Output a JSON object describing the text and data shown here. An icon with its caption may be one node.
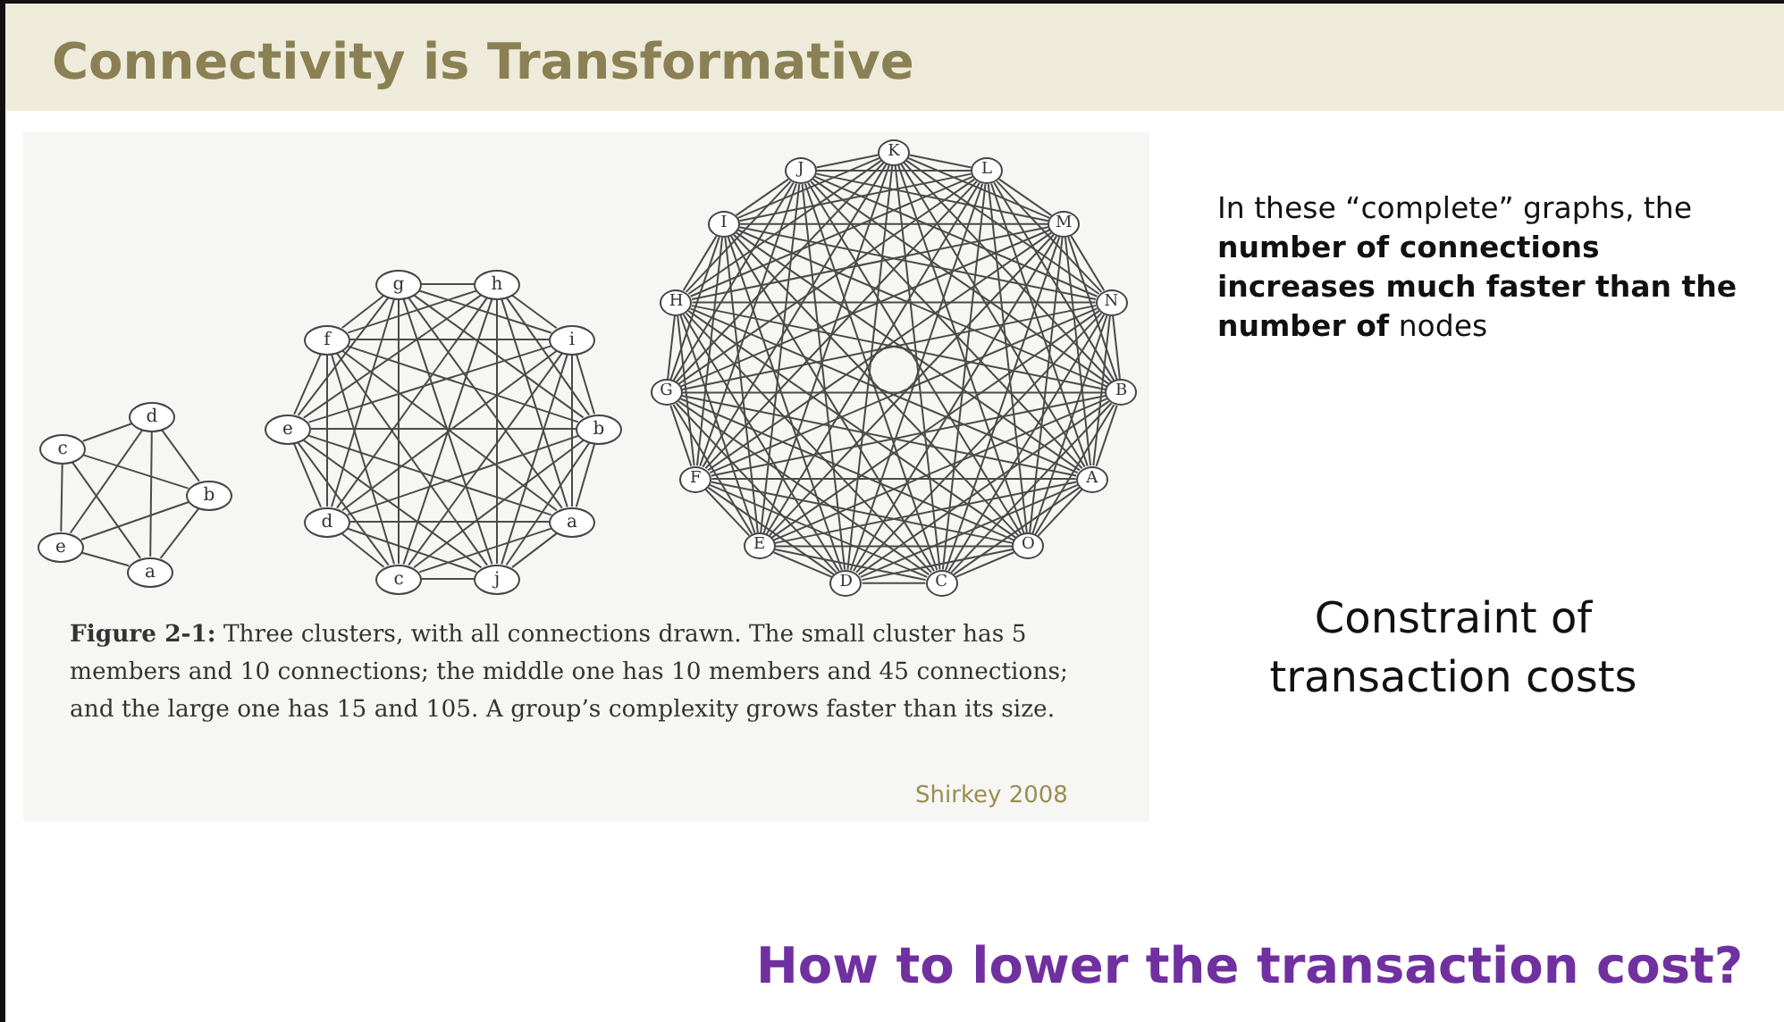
{
  "diagram": {
    "title": "Connectivity is Transformative",
    "caption": "**Figure 2-1:** Three clusters, with all connections drawn. The small cluster has 5 members and 10 connections; the middle one has 10 members and 45 connections; and the large one has 15 and 105. A group’s complexity grows faster than its size.",
    "nodes": [
      {
        "text": [
          "d"
        ]
      },
      {
        "text": [
          "c"
        ]
      },
      {
        "text": [
          "b"
        ]
      },
      {
        "text": [
          "e"
        ]
      },
      {
        "text": [
          "a"
        ]
      },
      {
        "text": [
          "g"
        ]
      },
      {
        "text": [
          "h"
        ]
      },
      {
        "text": [
          "f"
        ]
      },
      {
        "text": [
          "i"
        ]
      },
      {
        "text": [
          "e"
        ]
      },
      {
        "text": [
          "b"
        ]
      },
      {
        "text": [
          "d"
        ]
      },
      {
        "text": [
          "a"
        ]
      },
      {
        "text": [
          "c"
        ]
      },
      {
        "text": [
          "j"
        ]
      },
      {
        "text": [
          "K"
        ]
      },
      {
        "text": [
          "L"
        ]
      },
      {
        "text": [
          "J"
        ]
      },
      {
        "text": [
          "M"
        ]
      },
      {
        "text": [
          "I"
        ]
      },
      {
        "text": [
          "N"
        ]
      },
      {
        "text": [
          "H"
        ]
      },
      {
        "text": [
          "B"
        ]
      },
      {
        "text": [
          "G"
        ]
      },
      {
        "text": [
          "A"
        ]
      },
      {
        "text": [
          "F"
        ]
      },
      {
        "text": [
          "O"
        ]
      },
      {
        "text": [
          "E"
        ]
      },
      {
        "text": [
          "C"
        ]
      },
      {
        "text": [
          "D"
        ]
      }
    ],
    "edges": [
      {
        "from": 0,
        "to": 1,
        "arrow": "none"
      },
      {
        "from": 0,
        "to": 2,
        "arrow": "none"
      },
      {
        "from": 0,
        "to": 3,
        "arrow": "none"
      },
      {
        "from": 0,
        "to": 4,
        "arrow": "none"
      },
      {
        "from": 1,
        "to": 2,
        "arrow": "none"
      },
      {
        "from": 1,
        "to": 3,
        "arrow": "none"
      },
      {
        "from": 1,
        "to": 4,
        "arrow": "none"
      },
      {
        "from": 2,
        "to": 3,
        "arrow": "none"
      },
      {
        "from": 2,
        "to": 4,
        "arrow": "none"
      },
      {
        "from": 3,
        "to": 4,
        "arrow": "none"
      },
      {
        "from": 5,
        "to": 6,
        "arrow": "none"
      },
      {
        "from": 5,
        "to": 7,
        "arrow": "none"
      },
      {
        "from": 5,
        "to": 8,
        "arrow": "none"
      },
      {
        "from": 5,
        "to": 9,
        "arrow": "none"
      },
      {
        "from": 5,
        "to": 10,
        "arrow": "none"
      },
      {
        "from": 5,
        "to": 11,
        "arrow": "none"
      },
      {
        "from": 5,
        "to": 12,
        "arrow": "none"
      },
      {
        "from": 5,
        "to": 13,
        "arrow": "none"
      },
      {
        "from": 5,
        "to": 14,
        "arrow": "none"
      },
      {
        "from": 6,
        "to": 7,
        "arrow": "none"
      },
      {
        "from": 6,
        "to": 8,
        "arrow": "none"
      },
      {
        "from": 6,
        "to": 9,
        "arrow": "none"
      },
      {
        "from": 6,
        "to": 10,
        "arrow": "none"
      },
      {
        "from": 6,
        "to": 11,
        "arrow": "none"
      },
      {
        "from": 6,
        "to": 12,
        "arrow": "none"
      },
      {
        "from": 6,
        "to": 13,
        "arrow": "none"
      },
      {
        "from": 6,
        "to": 14,
        "arrow": "none"
      },
      {
        "from": 7,
        "to": 8,
        "arrow": "none"
      },
      {
        "from": 7,
        "to": 9,
        "arrow": "none"
      },
      {
        "from": 7,
        "to": 10,
        "arrow": "none"
      },
      {
        "from": 7,
        "to": 11,
        "arrow": "none"
      },
      {
        "from": 7,
        "to": 12,
        "arrow": "none"
      },
      {
        "from": 7,
        "to": 13,
        "arrow": "none"
      },
      {
        "from": 7,
        "to": 14,
        "arrow": "none"
      },
      {
        "from": 8,
        "to": 9,
        "arrow": "none"
      },
      {
        "from": 8,
        "to": 10,
        "arrow": "none"
      },
      {
        "from": 8,
        "to": 11,
        "arrow": "none"
      },
      {
        "from": 8,
        "to": 12,
        "arrow": "none"
      },
      {
        "from": 8,
        "to": 13,
        "arrow": "none"
      },
      {
        "from": 8,
        "to": 14,
        "arrow": "none"
      },
      {
        "from": 9,
        "to": 10,
        "arrow": "none"
      },
      {
        "from": 9,
        "to": 11,
        "arrow": "none"
      },
      {
        "from": 9,
        "to": 12,
        "arrow": "none"
      },
      {
        "from": 9,
        "to": 13,
        "arrow": "none"
      },
      {
        "from": 9,
        "to": 14,
        "arrow": "none"
      },
      {
        "from": 10,
        "to": 11,
        "arrow": "none"
      },
      {
        "from": 10,
        "to": 12,
        "arrow": "none"
      },
      {
        "from": 10,
        "to": 13,
        "arrow": "none"
      },
      {
        "from": 10,
        "to": 14,
        "arrow": "none"
      },
      {
        "from": 11,
        "to": 12,
        "arrow": "none"
      },
      {
        "from": 11,
        "to": 13,
        "arrow": "none"
      },
      {
        "from": 11,
        "to": 14,
        "arrow": "none"
      },
      {
        "from": 12,
        "to": 13,
        "arrow": "none"
      },
      {
        "from": 12,
        "to": 14,
        "arrow": "none"
      },
      {
        "from": 13,
        "to": 14,
        "arrow": "none"
      },
      {
        "from": 15,
        "to": 16,
        "arrow": "none"
      },
      {
        "from": 15,
        "to": 17,
        "arrow": "none"
      },
      {
        "from": 15,
        "to": 18,
        "arrow": "none"
      },
      {
        "from": 15,
        "to": 19,
        "arrow": "none"
      },
      {
        "from": 15,
        "to": 20,
        "arrow": "none"
      },
      {
        "from": 15,
        "to": 21,
        "arrow": "none"
      },
      {
        "from": 15,
        "to": 22,
        "arrow": "none"
      },
      {
        "from": 15,
        "to": 23,
        "arrow": "none"
      },
      {
        "from": 15,
        "to": 24,
        "arrow": "none"
      },
      {
        "from": 15,
        "to": 25,
        "arrow": "none"
      },
      {
        "from": 15,
        "to": 26,
        "arrow": "none"
      },
      {
        "from": 15,
        "to": 27,
        "arrow": "none"
      },
      {
        "from": 15,
        "to": 28,
        "arrow": "none"
      },
      {
        "from": 15,
        "to": 29,
        "arrow": "none"
      },
      {
        "from": 16,
        "to": 17,
        "arrow": "none"
      },
      {
        "from": 16,
        "to": 18,
        "arrow": "none"
      },
      {
        "from": 16,
        "to": 19,
        "arrow": "none"
      },
      {
        "from": 16,
        "to": 20,
        "arrow": "none"
      },
      {
        "from": 16,
        "to": 21,
        "arrow": "none"
      },
      {
        "from": 16,
        "to": 22,
        "arrow": "none"
      },
      {
        "from": 16,
        "to": 23,
        "arrow": "none"
      },
      {
        "from": 16,
        "to": 24,
        "arrow": "none"
      },
      {
        "from": 16,
        "to": 25,
        "arrow": "none"
      },
      {
        "from": 16,
        "to": 26,
        "arrow": "none"
      },
      {
        "from": 16,
        "to": 27,
        "arrow": "none"
      },
      {
        "from": 16,
        "to": 28,
        "arrow": "none"
      },
      {
        "from": 16,
        "to": 29,
        "arrow": "none"
      },
      {
        "from": 17,
        "to": 18,
        "arrow": "none"
      },
      {
        "from": 17,
        "to": 19,
        "arrow": "none"
      },
      {
        "from": 17,
        "to": 20,
        "arrow": "none"
      },
      {
        "from": 17,
        "to": 21,
        "arrow": "none"
      },
      {
        "from": 17,
        "to": 22,
        "arrow": "none"
      },
      {
        "from": 17,
        "to": 23,
        "arrow": "none"
      },
      {
        "from": 17,
        "to": 24,
        "arrow": "none"
      },
      {
        "from": 17,
        "to": 25,
        "arrow": "none"
      },
      {
        "from": 17,
        "to": 26,
        "arrow": "none"
      },
      {
        "from": 17,
        "to": 27,
        "arrow": "none"
      },
      {
        "from": 17,
        "to": 28,
        "arrow": "none"
      },
      {
        "from": 17,
        "to": 29,
        "arrow": "none"
      },
      {
        "from": 18,
        "to": 19,
        "arrow": "none"
      },
      {
        "from": 18,
        "to": 20,
        "arrow": "none"
      },
      {
        "from": 18,
        "to": 21,
        "arrow": "none"
      },
      {
        "from": 18,
        "to": 22,
        "arrow": "none"
      },
      {
        "from": 18,
        "to": 23,
        "arrow": "none"
      },
      {
        "from": 18,
        "to": 24,
        "arrow": "none"
      },
      {
        "from": 18,
        "to": 25,
        "arrow": "none"
      },
      {
        "from": 18,
        "to": 26,
        "arrow": "none"
      },
      {
        "from": 18,
        "to": 27,
        "arrow": "none"
      },
      {
        "from": 18,
        "to": 28,
        "arrow": "none"
      },
      {
        "from": 18,
        "to": 29,
        "arrow": "none"
      },
      {
        "from": 19,
        "to": 20,
        "arrow": "none"
      },
      {
        "from": 19,
        "to": 21,
        "arrow": "none"
      },
      {
        "from": 19,
        "to": 22,
        "arrow": "none"
      },
      {
        "from": 19,
        "to": 23,
        "arrow": "none"
      },
      {
        "from": 19,
        "to": 24,
        "arrow": "none"
      },
      {
        "from": 19,
        "to": 25,
        "arrow": "none"
      },
      {
        "from": 19,
        "to": 26,
        "arrow": "none"
      },
      {
        "from": 19,
        "to": 27,
        "arrow": "none"
      },
      {
        "from": 19,
        "to": 28,
        "arrow": "none"
      },
      {
        "from": 19,
        "to": 29,
        "arrow": "none"
      },
      {
        "from": 20,
        "to": 21,
        "arrow": "none"
      },
      {
        "from": 20,
        "to": 22,
        "arrow": "none"
      },
      {
        "from": 20,
        "to": 23,
        "arrow": "none"
      },
      {
        "from": 20,
        "to": 24,
        "arrow": "none"
      },
      {
        "from": 20,
        "to": 25,
        "arrow": "none"
      },
      {
        "from": 20,
        "to": 26,
        "arrow": "none"
      },
      {
        "from": 20,
        "to": 27,
        "arrow": "none"
      },
      {
        "from": 20,
        "to": 28,
        "arrow": "none"
      },
      {
        "from": 20,
        "to": 29,
        "arrow": "none"
      },
      {
        "from": 21,
        "to": 22,
        "arrow": "none"
      },
      {
        "from": 21,
        "to": 23,
        "arrow": "none"
      },
      {
        "from": 21,
        "to": 24,
        "arrow": "none"
      },
      {
        "from": 21,
        "to": 25,
        "arrow": "none"
      },
      {
        "from": 21,
        "to": 26,
        "arrow": "none"
      },
      {
        "from": 21,
        "to": 27,
        "arrow": "none"
      },
      {
        "from": 21,
        "to": 28,
        "arrow": "none"
      },
      {
        "from": 21,
        "to": 29,
        "arrow": "none"
      },
      {
        "from": 22,
        "to": 23,
        "arrow": "none"
      },
      {
        "from": 22,
        "to": 24,
        "arrow": "none"
      },
      {
        "from": 22,
        "to": 25,
        "arrow": "none"
      },
      {
        "from": 22,
        "to": 26,
        "arrow": "none"
      },
      {
        "from": 22,
        "to": 27,
        "arrow": "none"
      },
      {
        "from": 22,
        "to": 28,
        "arrow": "none"
      },
      {
        "from": 22,
        "to": 29,
        "arrow": "none"
      },
      {
        "from": 23,
        "to": 24,
        "arrow": "none"
      },
      {
        "from": 23,
        "to": 25,
        "arrow": "none"
      },
      {
        "from": 23,
        "to": 26,
        "arrow": "none"
      },
      {
        "from": 23,
        "to": 27,
        "arrow": "none"
      },
      {
        "from": 23,
        "to": 28,
        "arrow": "none"
      },
      {
        "from": 23,
        "to": 29,
        "arrow": "none"
      },
      {
        "from": 24,
        "to": 25,
        "arrow": "none"
      },
      {
        "from": 24,
        "to": 26,
        "arrow": "none"
      },
      {
        "from": 24,
        "to": 27,
        "arrow": "none"
      },
      {
        "from": 24,
        "to": 28,
        "arrow": "none"
      },
      {
        "from": 24,
        "to": 29,
        "arrow": "none"
      },
      {
        "from": 25,
        "to": 26,
        "arrow": "none"
      },
      {
        "from": 25,
        "to": 27,
        "arrow": "none"
      },
      {
        "from": 25,
        "to": 28,
        "arrow": "none"
      },
      {
        "from": 25,
        "to": 29,
        "arrow": "none"
      },
      {
        "from": 26,
        "to": 27,
        "arrow": "none"
      },
      {
        "from": 26,
        "to": 28,
        "arrow": "none"
      },
      {
        "from": 26,
        "to": 29,
        "arrow": "none"
      },
      {
        "from": 27,
        "to": 28,
        "arrow": "none"
      },
      {
        "from": 27,
        "to": 29,
        "arrow": "none"
      },
      {
        "from": 28,
        "to": 29,
        "arrow": "none"
      }
    ],
    "labels": [
      "Shirkey 2008",
      "In these “complete” graphs, the **number of connections increases much faster than the number of** nodes",
      "Constraint of transaction costs",
      "How to lower the transaction cost?"
    ]
  }
}
